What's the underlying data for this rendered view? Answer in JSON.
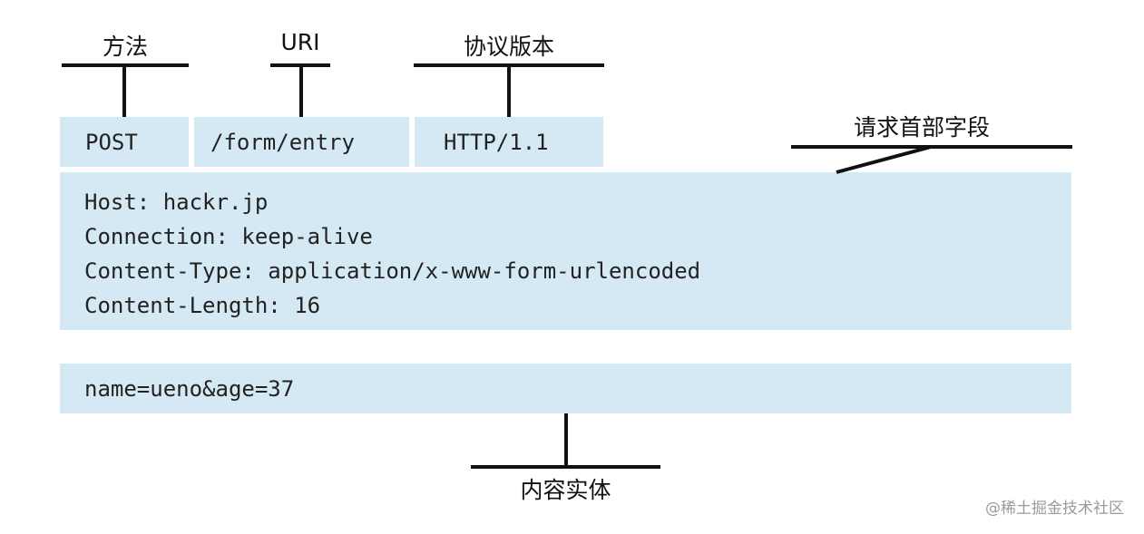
{
  "labels": {
    "method": "方法",
    "uri": "URI",
    "version": "协议版本",
    "header_fields": "请求首部字段",
    "body": "内容实体"
  },
  "request_line": {
    "method": "POST",
    "uri": "/form/entry",
    "version": "HTTP/1.1"
  },
  "headers": [
    "Host: hackr.jp",
    "Connection: keep-alive",
    "Content-Type: application/x-www-form-urlencoded",
    "Content-Length: 16"
  ],
  "body": "name=ueno&age=37",
  "watermark": "@稀土掘金技术社区",
  "colors": {
    "box_fill": "#d5e9f4",
    "line": "#111111"
  }
}
